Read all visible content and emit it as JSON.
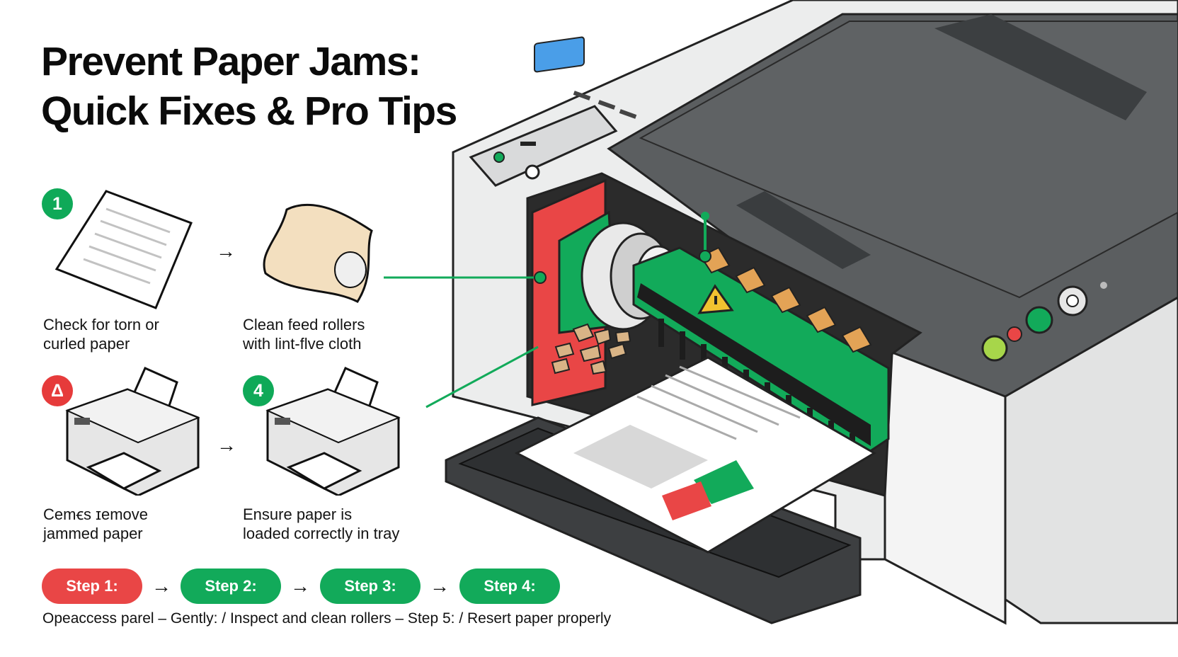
{
  "title": {
    "line1": "Prevent Paper Jams:",
    "line2": "Quick Fixes & Pro Tips"
  },
  "steps": [
    {
      "badge": "1",
      "badge_color": "#0fa958",
      "caption_line1": "Check for torn or",
      "caption_line2": "curled paper"
    },
    {
      "caption_line1": "Clean feed rollers",
      "caption_line2": "with lint-flve cloth"
    },
    {
      "badge": "Δ",
      "badge_color": "#e63b3b",
      "caption_line1": "Cemꞓs ɪemove",
      "caption_line2": "jammed paper"
    },
    {
      "badge": "4",
      "badge_color": "#0fa958",
      "caption_line1": "Ensure paper is",
      "caption_line2": "loaded correctly in tray"
    }
  ],
  "flow": {
    "pills": [
      "Step 1:",
      "Step 2:",
      "Step 3:",
      "Step 4:"
    ],
    "arrow": "→",
    "description": "Opeaccess parel – Gently: / Inspect and clean rollers – Step 5: / Resert paper properly"
  },
  "colors": {
    "accent_green": "#12aa5a",
    "alert_red": "#e94646",
    "printer_body": "#e8e8e8",
    "printer_top": "#5b5e60",
    "screen_blue": "#4a9ee8"
  }
}
